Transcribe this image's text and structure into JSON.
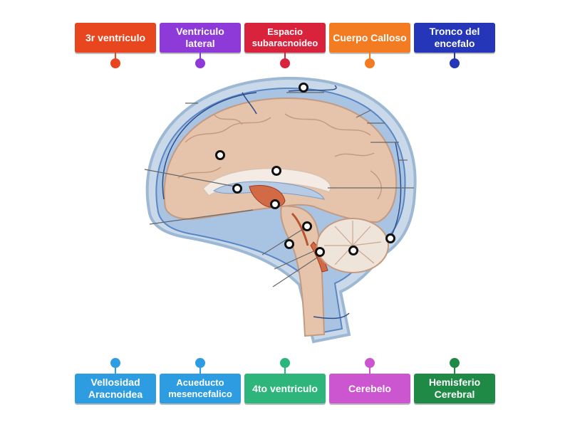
{
  "top_labels": [
    {
      "text": "3r ventriculo",
      "color": "#e8461f"
    },
    {
      "text": "Ventriculo lateral",
      "color": "#8e3ad9"
    },
    {
      "text": "Espacio subaracnoideo",
      "color": "#d9233c"
    },
    {
      "text": "Cuerpo Calloso",
      "color": "#f37c22"
    },
    {
      "text": "Tronco del encefalo",
      "color": "#2536b8"
    }
  ],
  "bottom_labels": [
    {
      "text": "Vellosidad Aracnoidea",
      "color": "#2e9ce0"
    },
    {
      "text": "Acueducto mesencefalico",
      "color": "#2e9ce0"
    },
    {
      "text": "4to ventriculo",
      "color": "#2eb57c"
    },
    {
      "text": "Cerebelo",
      "color": "#cc56cf"
    },
    {
      "text": "Hemisferio Cerebral",
      "color": "#1e8a45"
    }
  ]
}
